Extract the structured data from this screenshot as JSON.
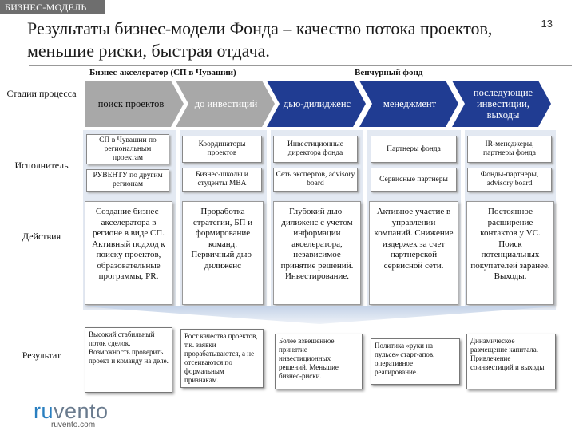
{
  "tag": "БИЗНЕС-МОДЕЛЬ",
  "page_number": "13",
  "title": "Результаты бизнес-модели Фонда – качество потока проектов, меньшие риски, быстрая отдача.",
  "sections": {
    "accelerator": "Бизнес-акселератор (СП в Чувашии)",
    "venture": "Венчурный фонд"
  },
  "row_labels": {
    "stages": "Стадии процесса",
    "executor": "Исполнитель",
    "actions": "Действия",
    "result": "Результат"
  },
  "stages": [
    "поиск проектов",
    "до инвестиций",
    "дью-дилидженс",
    "менеджмент",
    "последующие инвестиции, выходы"
  ],
  "executors": [
    [
      "СП в Чувашии по региональным проектам",
      "РУВЕНТУ по другим регионам"
    ],
    [
      "Координаторы проектов",
      "Бизнес-школы и студенты MBA"
    ],
    [
      "Инвестиционные директора фонда",
      "Сеть экспертов, advisory board"
    ],
    [
      "Партнеры фонда",
      "Сервисные партнеры"
    ],
    [
      "IR-менеджеры, партнеры фонда",
      "Фонды-партнеры, advisory board"
    ]
  ],
  "actions": [
    "Создание бизнес-акселератора в регионе в виде СП. Активный подход к поиску проектов, образовательные программы, PR.",
    "Проработка стратегии, БП и формирование команд. Первичный дью-дилиженс",
    "Глубокий дью-дилиженс с учетом информации акселератора, независимое принятие решений. Инвестирование.",
    "Активное участие в управлении компаний. Снижение издержек за счет партнерской сервисной сети.",
    "Постоянное расширение контактов у VC. Поиск потенциальных покупателей заранее. Выходы."
  ],
  "results": [
    "Высокий стабильный поток сделок. Возможность проверить проект и команду на деле.",
    "Рост качества проектов, т.к. заявки прорабатываются, а не отсеиваются по формальным признакам.",
    "Более взвешенное принятие инвестиционных решений. Меньшие бизнес-риски.",
    "Политика «руки на пульсе» старт-апов, оперативное реагирование.",
    "Динамическое размещение капитала. Привлечение соинвестиций и выходы"
  ],
  "colors": {
    "stage_gray": "#a8a8a8",
    "stage_blue": "#203c92",
    "column_bg": "#e3e9f2"
  },
  "logo": {
    "brand_left": "ru",
    "brand_right": "vento",
    "site": "ruvento.com"
  }
}
